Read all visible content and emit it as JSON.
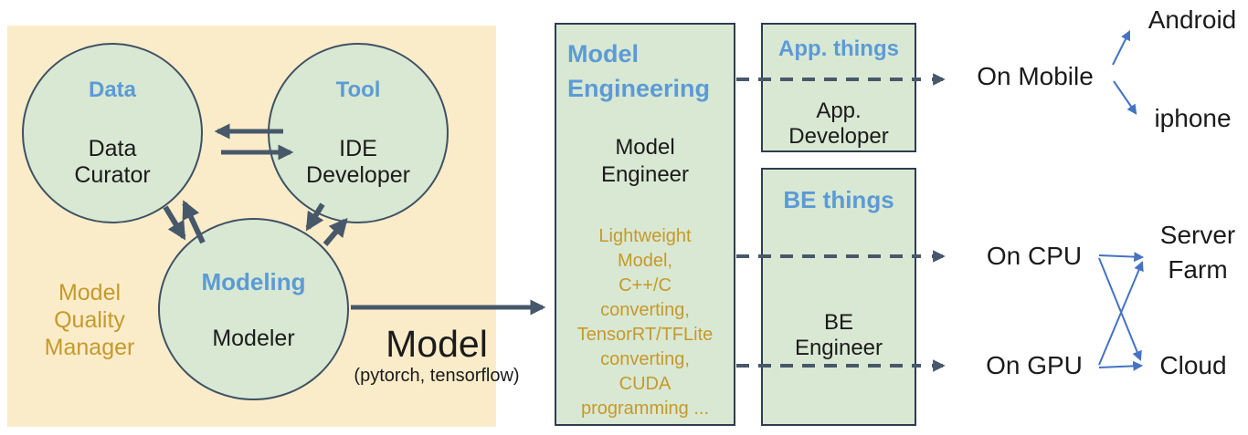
{
  "palette": {
    "panel_yellow": "#FBECC9",
    "shape_green": "#D9E8D3",
    "heading_blue": "#5B9BD5",
    "gold_text": "#C5992B",
    "slate_arrow": "#47586A",
    "connector_blue": "#4472C4"
  },
  "quality_panel": {
    "manager_label": "Model\nQuality\nManager",
    "circles": {
      "data": {
        "title": "Data",
        "role": "Data\nCurator"
      },
      "tool": {
        "title": "Tool",
        "role": "IDE\nDeveloper"
      },
      "modeling": {
        "title": "Modeling",
        "role": "Modeler"
      }
    }
  },
  "model_artifact": {
    "name": "Model",
    "frameworks": "(pytorch, tensorflow)"
  },
  "model_engineering": {
    "title": "Model\nEngineering",
    "role": "Model\nEngineer",
    "skills": "Lightweight\nModel,\nC++/C\nconverting,\nTensorRT/TFLite\nconverting,\nCUDA\nprogramming ..."
  },
  "app_things": {
    "title": "App. things",
    "role": "App.\nDeveloper"
  },
  "be_things": {
    "title": "BE things",
    "role": "BE\nEngineer"
  },
  "deploy_targets": {
    "on_mobile": "On Mobile",
    "android": "Android",
    "iphone": "iphone",
    "on_cpu": "On CPU",
    "on_gpu": "On GPU",
    "server_farm": "Server\nFarm",
    "cloud": "Cloud"
  }
}
